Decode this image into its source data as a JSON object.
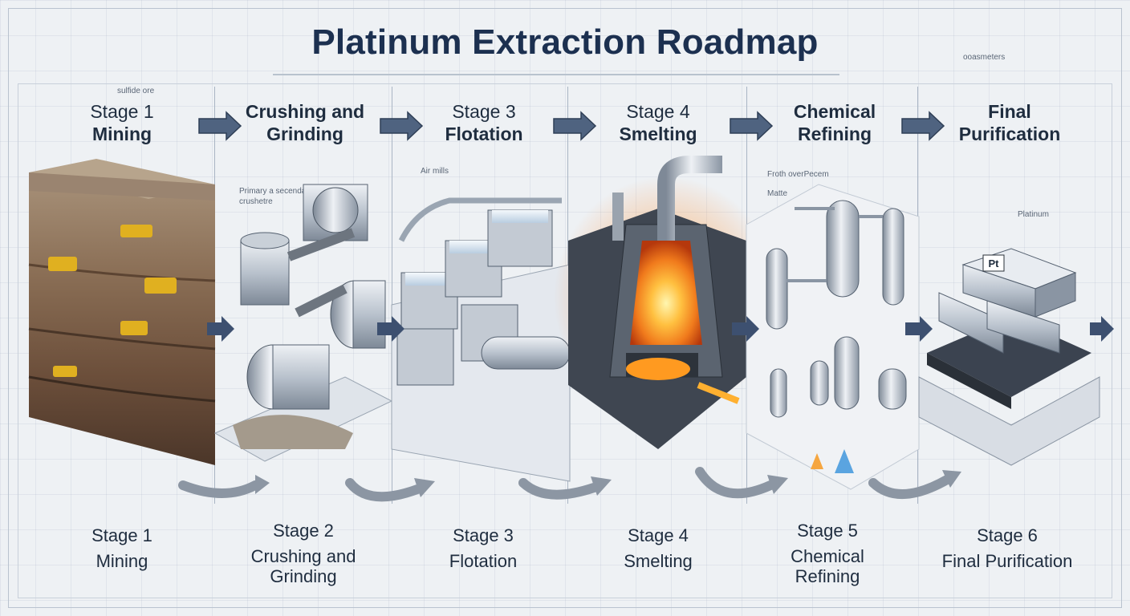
{
  "title": "Platinum Extraction Roadmap",
  "header_stages": [
    {
      "number": "Stage 1",
      "name": "Mining"
    },
    {
      "number": "",
      "name": "Crushing and Grinding"
    },
    {
      "number": "Stage 3",
      "name": "Flotation"
    },
    {
      "number": "Stage 4",
      "name": "Smelting"
    },
    {
      "number": "",
      "name": "Chemical Refining"
    },
    {
      "number": "",
      "name": "Final Purification"
    }
  ],
  "footer_stages": [
    {
      "number": "Stage 1",
      "name": "Mining"
    },
    {
      "number": "Stage 2",
      "name": "Crushing and Grinding"
    },
    {
      "number": "Stage 3",
      "name": "Flotation"
    },
    {
      "number": "Stage 4",
      "name": "Smelting"
    },
    {
      "number": "Stage 5",
      "name": "Chemical Refining"
    },
    {
      "number": "Stage 6",
      "name": "Final Purification"
    }
  ],
  "annotations": {
    "sulfide_ore": "sulfide ore",
    "primary_secondary": "Primary a secendary",
    "crusher": "crushetre",
    "air_mills": "Air mills",
    "froth": "Froth overPecem",
    "matte": "Matte",
    "platinum_label": "Platinum",
    "ingot_symbol": "Pt",
    "top_right_note": "ooasmeters"
  }
}
